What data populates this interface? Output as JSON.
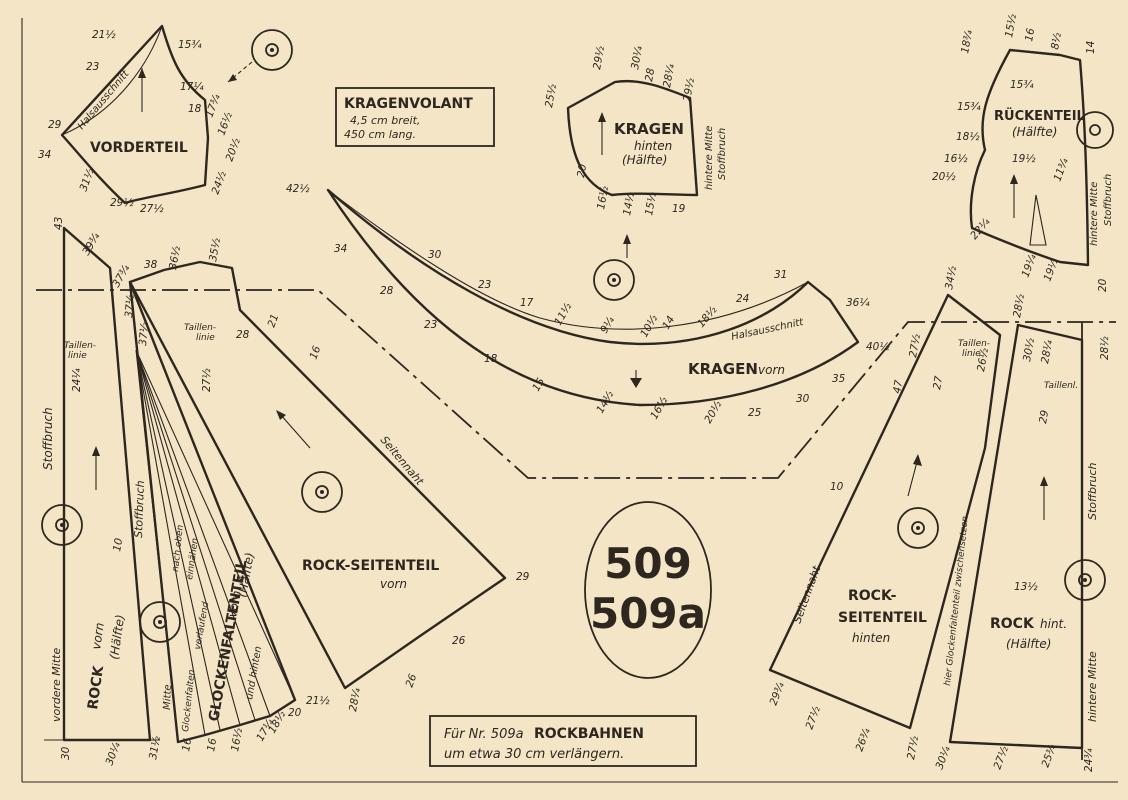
{
  "labels": {
    "vorderteil": "VORDERTEIL",
    "halsausschnitt_front": "Halsausschnitt",
    "kragenvolant_title": "KRAGENVOLANT",
    "kragenvolant_line1": "4,5 cm breit,",
    "kragenvolant_line2": "450 cm lang.",
    "kragen_hinten_1": "KRAGEN",
    "kragen_hinten_2": "hinten",
    "kragen_hinten_3": "(Hälfte)",
    "kragen_stoffbruch_1": "hintere Mitte",
    "kragen_stoffbruch_2": "Stoffbruch",
    "rueckenteil_1": "RÜCKENTEIL",
    "rueckenteil_2": "(Hälfte)",
    "rueckenteil_stoff_1": "hintere Mitte",
    "rueckenteil_stoff_2": "Stoffbruch",
    "kragen_vorn_1": "KRAGEN",
    "kragen_vorn_2": "vorn",
    "halsausschnitt_collar": "Halsausschnitt",
    "taillenlinie_left": "Taillen-",
    "taillenlinie_left2": "linie",
    "taillenlinie_mid": "Taillen-",
    "taillenlinie_mid2": "linie",
    "taillenlinie_right": "Taillen-",
    "taillenlinie_right2": "linie",
    "taillenl_short": "Taillenl.",
    "stoffbruch_left": "Stoffbruch",
    "stoffbruch_mid": "Stoffbruch",
    "stoffbruch_right": "Stoffbruch",
    "vordere_mitte": "vordere Mitte",
    "rock_vorn_1": "ROCK",
    "rock_vorn_2": "vorn",
    "rock_vorn_3": "(Hälfte)",
    "mitte": "Mitte",
    "glockenfalten_v1": "Glockenfalten",
    "glockenfalten_v2": "nach oben",
    "glockenfalten_v3": "verlaufend",
    "glockenfalten_v4": "einnähen",
    "glockenfaltenteil_1": "GLOCKENFALTENTEIL",
    "glockenfaltenteil_2": "vorn",
    "glockenfaltenteil_3": "(Hälfte)",
    "glockenfaltenteil_4": "und hinten",
    "rock_seitenteil_vorn_1": "ROCK-SEITENTEIL",
    "rock_seitenteil_vorn_2": "vorn",
    "seitennaht_front": "Seitennaht",
    "pattern_no_1": "509",
    "pattern_no_2": "509a",
    "rock_seitenteil_hinten_1": "ROCK-",
    "rock_seitenteil_hinten_2": "SEITENTEIL",
    "rock_seitenteil_hinten_3": "hinten",
    "seitennaht_back": "Seitennaht",
    "glockenfalten_hinten_note": "hier Glockenfaltenteil zwischensetzen",
    "rock_hint_1": "ROCK",
    "rock_hint_2": "hint.",
    "rock_hint_3": "(Hälfte)",
    "hintere_mitte": "hintere Mitte",
    "note_1": "Für Nr. 509a",
    "note_2": "ROCKBAHNEN",
    "note_3": "um etwa 30 cm verlängern."
  },
  "measurements": {
    "m01": "21½",
    "m02": "15¾",
    "m03": "23",
    "m04": "17¼",
    "m05": "18",
    "m06": "17¾",
    "m07": "16½",
    "m08": "20½",
    "m09": "29",
    "m10": "34",
    "m11": "24½",
    "m12": "31½",
    "m13": "29½",
    "m14": "27½",
    "m15": "25½",
    "m16": "29½",
    "m17": "30¼",
    "m18": "28",
    "m19": "28¼",
    "m20": "29½",
    "m21": "20",
    "m22": "16½",
    "m23": "14½",
    "m24": "15½",
    "m25": "19",
    "m26": "18¾",
    "m27": "15½",
    "m28": "16",
    "m29": "8½",
    "m30": "14",
    "m31": "15¾",
    "m32": "15¾",
    "m33": "18½",
    "m34": "16½",
    "m35": "20½",
    "m36": "11¾",
    "m37": "22¼",
    "m38": "19¼",
    "m39": "19½",
    "m40": "19½",
    "m41": "20",
    "m42": "42½",
    "m43": "34",
    "m44": "30",
    "m45": "28",
    "m46": "23",
    "m47": "17",
    "m48": "23",
    "m49": "11½",
    "m50": "18",
    "m51": "9¼",
    "m52": "10½",
    "m53": "14",
    "m54": "18½",
    "m55": "24",
    "m56": "31",
    "m57": "36¼",
    "m58": "40½",
    "m59": "15",
    "m60": "14½",
    "m61": "16½",
    "m62": "20½",
    "m63": "25",
    "m64": "30",
    "m65": "35",
    "m66": "43",
    "m67": "39¾",
    "m68": "37¾",
    "m69": "38",
    "m70": "36½",
    "m71": "35½",
    "m72": "24¼",
    "m73": "37½",
    "m74": "37½",
    "m75": "27½",
    "m76": "28",
    "m77": "21",
    "m78": "16",
    "m79": "10",
    "m80": "29",
    "m81": "26",
    "m82": "26",
    "m83": "28¼",
    "m84": "30",
    "m85": "30¼",
    "m86": "31½",
    "m87": "16",
    "m88": "16",
    "m89": "16½",
    "m90": "17¼",
    "m91": "18½",
    "m92": "20",
    "m93": "21½",
    "m94": "34½",
    "m95": "27½",
    "m96": "27",
    "m97": "28½",
    "m98": "26½",
    "m99": "30½",
    "m100": "28¼",
    "m101": "29",
    "m102": "28½",
    "m103": "10",
    "m104": "13½",
    "m105": "29¾",
    "m106": "27½",
    "m107": "26¾",
    "m108": "27½",
    "m109": "30¼",
    "m110": "27½",
    "m111": "25¾",
    "m112": "24¾",
    "m113": "47"
  },
  "colors": {
    "paper": "#f3e5c6",
    "ink": "#2e2720"
  }
}
